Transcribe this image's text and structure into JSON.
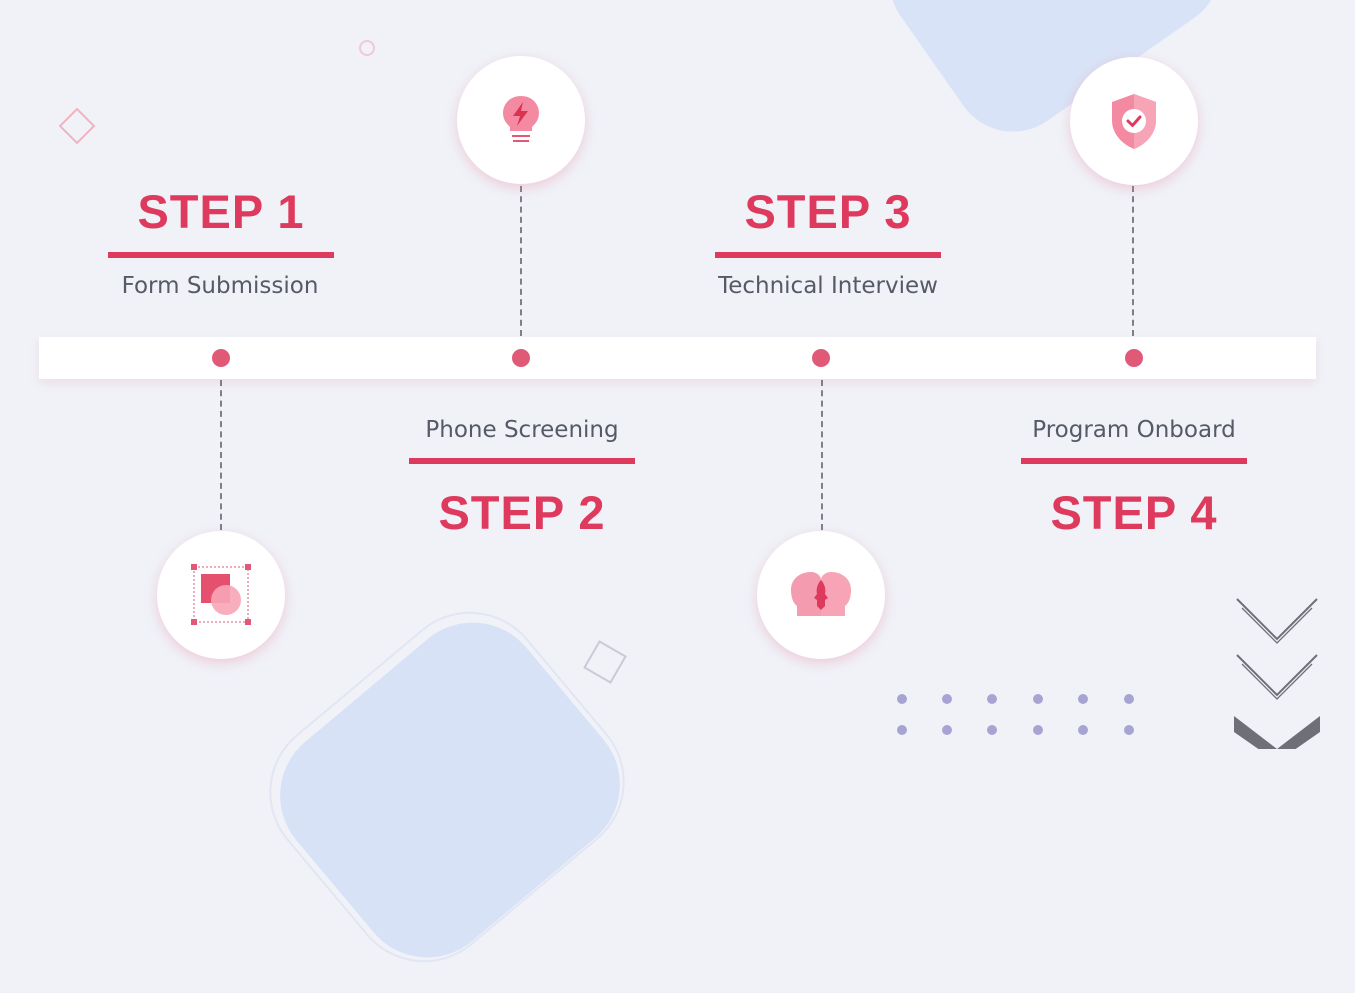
{
  "steps": [
    {
      "title": "STEP 1",
      "label": "Form Submission",
      "icon": "object-shapes-icon"
    },
    {
      "title": "STEP 2",
      "label": "Phone Screening",
      "icon": "lightbulb-icon"
    },
    {
      "title": "STEP 3",
      "label": "Technical Interview",
      "icon": "two-heads-icon"
    },
    {
      "title": "STEP 4",
      "label": "Program Onboard",
      "icon": "shield-check-icon"
    }
  ],
  "colors": {
    "accent": "#de3a5e",
    "dot": "#e05a78",
    "icon_light": "#f7a5b6",
    "text": "#555a66",
    "background": "#f0f2f8",
    "chevron": "#6f7077",
    "grid_dot": "#a7a4d3"
  }
}
